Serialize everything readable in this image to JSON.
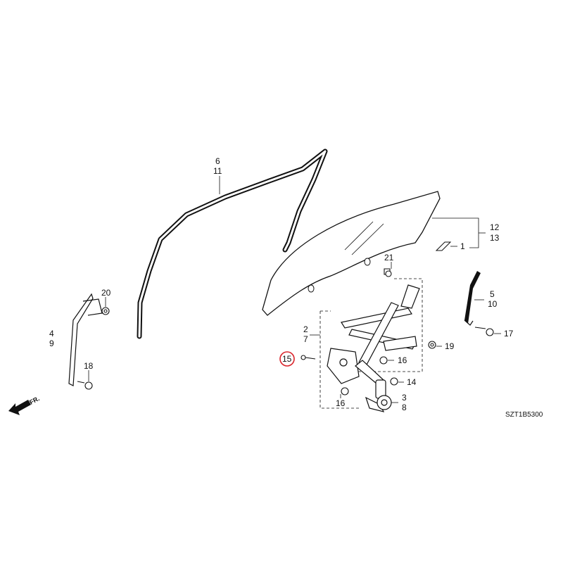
{
  "labels": {
    "p6": "6",
    "p11": "11",
    "p12": "12",
    "p13": "13",
    "p1": "1",
    "p21": "21",
    "p20": "20",
    "p5": "5",
    "p10": "10",
    "p17": "17",
    "p4": "4",
    "p9": "9",
    "p18": "18",
    "p2": "2",
    "p7": "7",
    "p15": "15",
    "p16a": "16",
    "p19": "19",
    "p14": "14",
    "p16b": "16",
    "p3": "3",
    "p8": "8"
  },
  "direction_label": "FR.",
  "reference_code": "SZT1B5300",
  "highlight_color": "#d9232a"
}
